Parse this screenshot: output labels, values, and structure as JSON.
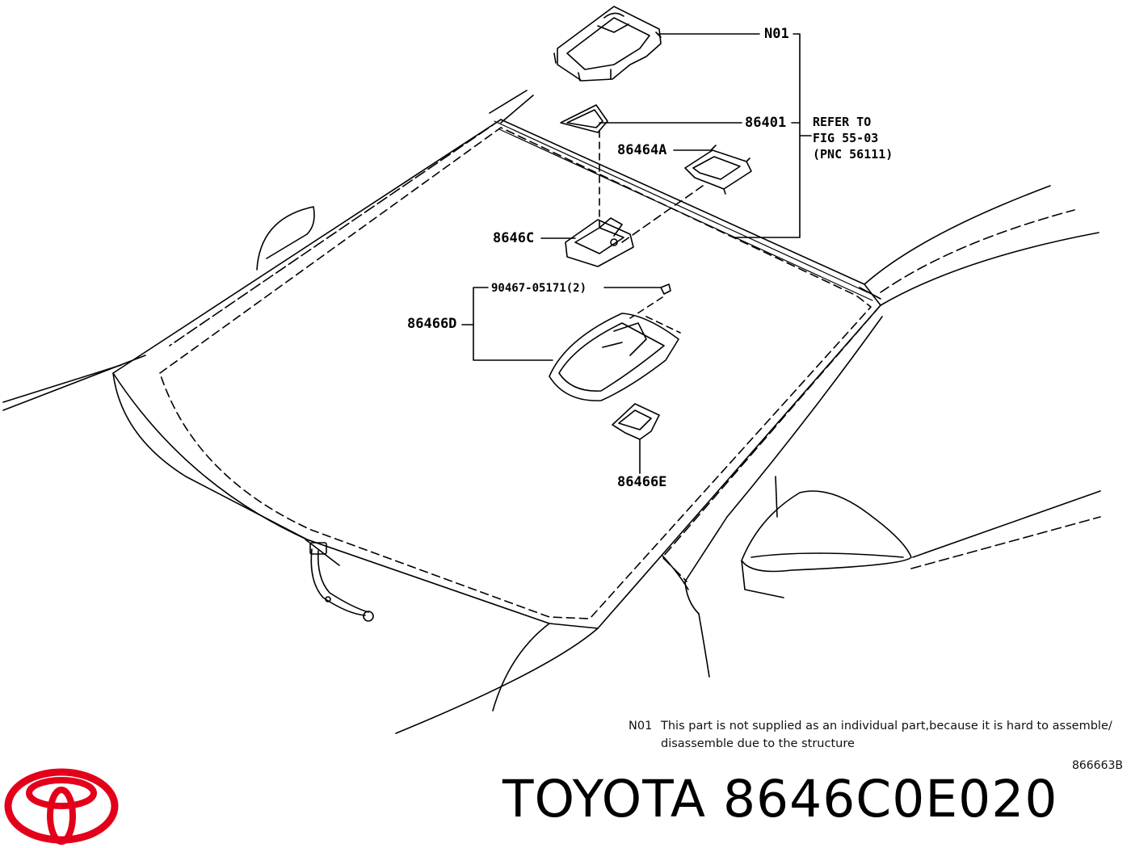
{
  "diagram": {
    "callouts": {
      "n01": "N01",
      "p86401": "86401",
      "p86464a": "86464A",
      "p8646c": "8646C",
      "p90467": "90467-05171(2)",
      "p86466d": "86466D",
      "p86466e": "86466E"
    },
    "refer": {
      "line1": "REFER TO",
      "line2": "FIG 55-03",
      "line3": "(PNC 56111)"
    },
    "note": {
      "code": "N01",
      "line1": "This part is not supplied as an individual part,because it is hard to assemble/",
      "line2": "disassemble due to the structure"
    },
    "figure_number": "866663B"
  },
  "footer": {
    "brand_text": "TOYOTA 8646C0E020",
    "logo": "toyota-logo",
    "logo_color": "#e3001b"
  }
}
